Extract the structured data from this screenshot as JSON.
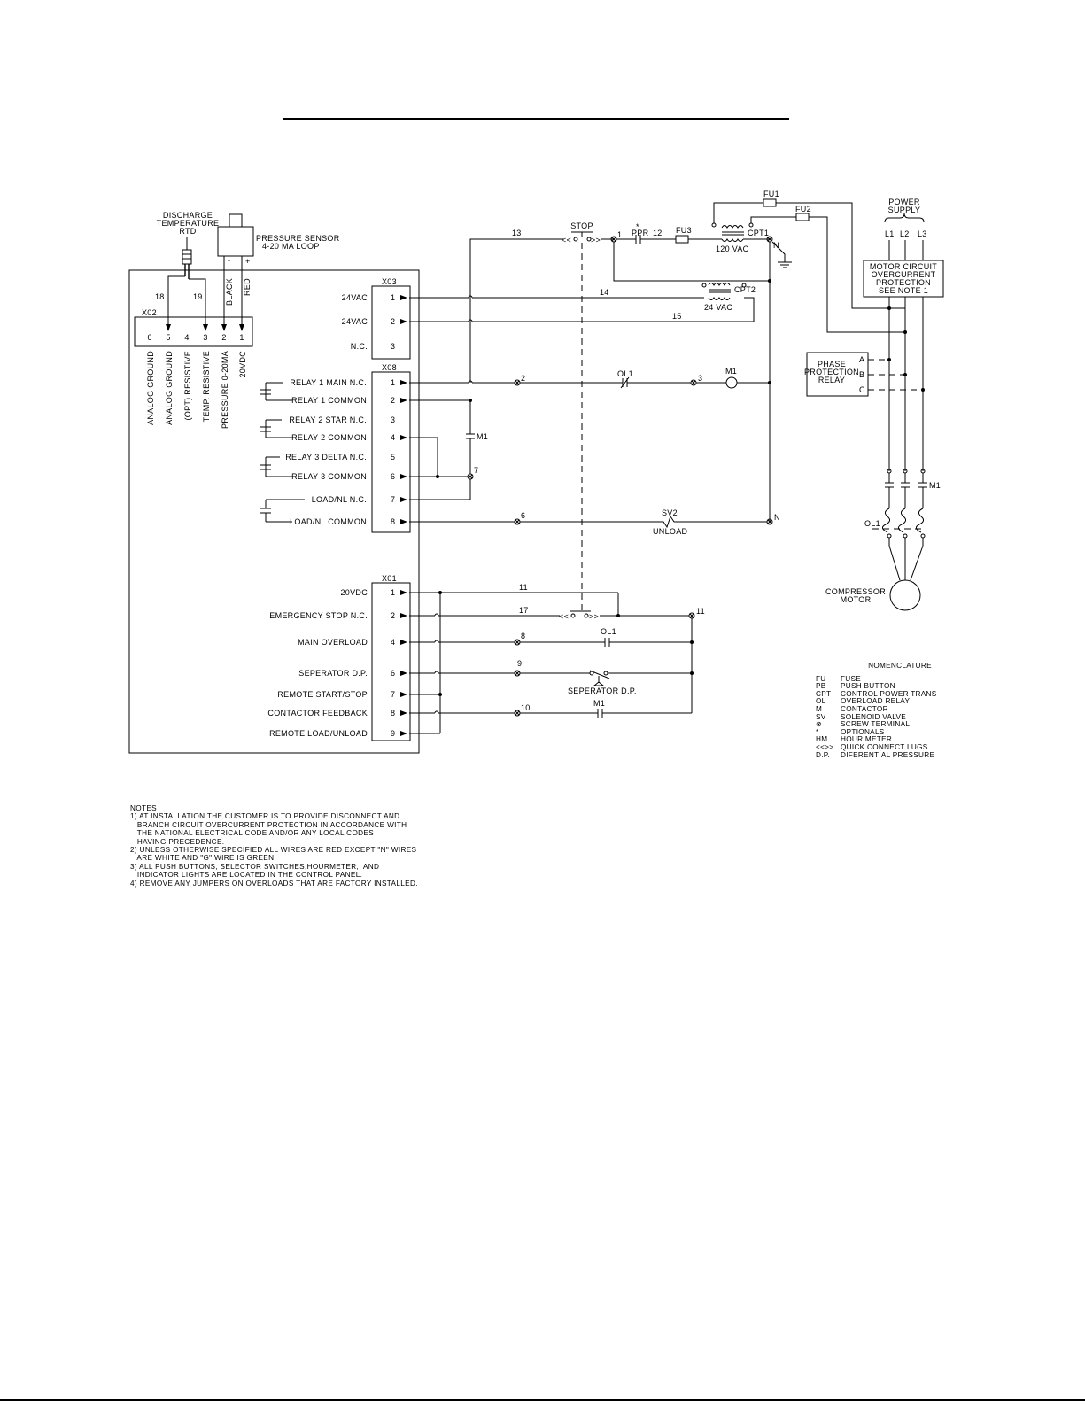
{
  "sensors": {
    "rtd_line1": "DISCHARGE",
    "rtd_line2": "TEMPERATURE",
    "rtd_line3": "RTD",
    "pressure_line1": "PRESSURE SENSOR",
    "pressure_line2": "4-20 MA LOOP",
    "minus": "-",
    "plus": "+",
    "black": "BLACK",
    "red": "RED"
  },
  "x02": {
    "title": "X02",
    "wire_18": "18",
    "wire_19": "19",
    "terminals": [
      {
        "num": "6",
        "label": "ANALOG GROUND"
      },
      {
        "num": "5",
        "label": "ANALOG GROUND"
      },
      {
        "num": "4",
        "label": "(OPT) RESISTIVE"
      },
      {
        "num": "3",
        "label": "TEMP. RESISTIVE"
      },
      {
        "num": "2",
        "label": "PRESSURE 0-20MA"
      },
      {
        "num": "1",
        "label": "20VDC"
      }
    ]
  },
  "x03": {
    "title": "X03",
    "terminals": [
      {
        "num": "1",
        "label": "24VAC"
      },
      {
        "num": "2",
        "label": "24VAC"
      },
      {
        "num": "3",
        "label": "N.C."
      }
    ]
  },
  "x08": {
    "title": "X08",
    "terminals": [
      {
        "num": "1",
        "label": "RELAY  1  MAIN  N.C."
      },
      {
        "num": "2",
        "label": "RELAY  1  COMMON"
      },
      {
        "num": "3",
        "label": "RELAY  2  STAR  N.C."
      },
      {
        "num": "4",
        "label": "RELAY  2  COMMON"
      },
      {
        "num": "5",
        "label": "RELAY  3  DELTA  N.C."
      },
      {
        "num": "6",
        "label": "RELAY  3  COMMON"
      },
      {
        "num": "7",
        "label": "LOAD/NL  N.C."
      },
      {
        "num": "8",
        "label": "LOAD/NL  COMMON"
      }
    ]
  },
  "x01": {
    "title": "X01",
    "terminals": [
      {
        "num": "1",
        "label": "20VDC"
      },
      {
        "num": "2",
        "label": "EMERGENCY STOP N.C."
      },
      {
        "num": "4",
        "label": "MAIN OVERLOAD"
      },
      {
        "num": "6",
        "label": "SEPERATOR D.P."
      },
      {
        "num": "7",
        "label": "REMOTE START/STOP"
      },
      {
        "num": "8",
        "label": "CONTACTOR FEEDBACK"
      },
      {
        "num": "9",
        "label": "REMOTE LOAD/UNLOAD"
      }
    ]
  },
  "control": {
    "wire_13": "13",
    "stop": "STOP",
    "node_1": "1",
    "ppr": "PPR",
    "ppr_star": "*",
    "wire_12": "12",
    "fu1": "FU1",
    "fu2": "FU2",
    "fu3": "FU3",
    "cpt1": "CPT1",
    "vac120": "120 VAC",
    "n_top": "N",
    "wire_14": "14",
    "wire_15": "15",
    "cpt2": "CPT2",
    "vac24": "24 VAC",
    "node_2": "2",
    "ol1": "OL1",
    "node_3": "3",
    "m1": "M1",
    "m1_contact": "M1",
    "node_7": "7",
    "node_6": "6",
    "sv2": "SV2",
    "unload": "UNLOAD",
    "n_bottom": "N",
    "wire_11": "11",
    "wire_17": "17",
    "node_11": "11",
    "node_8": "8",
    "ol1_contact": "OL1",
    "node_9": "9",
    "sep_dp": "SEPERATOR D.P.",
    "node_10": "10",
    "m1_fb": "M1"
  },
  "power": {
    "supply_line1": "POWER",
    "supply_line2": "SUPPLY",
    "l1": "L1",
    "l2": "L2",
    "l3": "L3",
    "mcop_line1": "MOTOR CIRCUIT",
    "mcop_line2": "OVERCURRENT",
    "mcop_line3": "PROTECTION",
    "mcop_line4": "SEE NOTE 1",
    "ppr_line1": "PHASE",
    "ppr_line2": "PROTECTION",
    "ppr_line3": "RELAY",
    "a": "A",
    "b": "B",
    "c": "C",
    "m1": "M1",
    "ol1": "OL1",
    "motor_line1": "COMPRESSOR",
    "motor_line2": "MOTOR"
  },
  "nomenclature": {
    "title": "NOMENCLATURE",
    "items": [
      {
        "abbr": "FU",
        "desc": "FUSE"
      },
      {
        "abbr": "PB",
        "desc": "PUSH BUTTON"
      },
      {
        "abbr": "CPT",
        "desc": "CONTROL POWER TRANS"
      },
      {
        "abbr": "OL",
        "desc": "OVERLOAD RELAY"
      },
      {
        "abbr": "M",
        "desc": "CONTACTOR"
      },
      {
        "abbr": "SV",
        "desc": "SOLENOID VALVE"
      },
      {
        "abbr": "⊗",
        "desc": "SCREW TERMINAL"
      },
      {
        "abbr": "*",
        "desc": "OPTIONALS"
      },
      {
        "abbr": "HM",
        "desc": "HOUR METER"
      },
      {
        "abbr": "<<>>",
        "desc": "QUICK CONNECT LUGS"
      },
      {
        "abbr": "D.P.",
        "desc": "DIFERENTIAL PRESSURE"
      }
    ]
  },
  "notes": {
    "title": "NOTES",
    "lines": [
      "1) AT INSTALLATION THE CUSTOMER IS TO PROVIDE DISCONNECT AND",
      "   BRANCH CIRCUIT OVERCURRENT PROTECTION IN ACCORDANCE WITH",
      "   THE NATIONAL ELECTRICAL CODE AND/OR ANY LOCAL CODES",
      "   HAVING PRECEDENCE.",
      "2) UNLESS OTHERWISE SPECIFIED ALL WIRES ARE RED EXCEPT \"N\" WIRES",
      "   ARE WHITE AND \"G\" WIRE IS GREEN.",
      "3) ALL PUSH BUTTONS, SELECTOR SWITCHES,HOURMETER,  AND",
      "   INDICATOR LIGHTS ARE LOCATED IN THE CONTROL PANEL.",
      "4) REMOVE ANY JUMPERS ON OVERLOADS THAT ARE FACTORY INSTALLED."
    ]
  }
}
